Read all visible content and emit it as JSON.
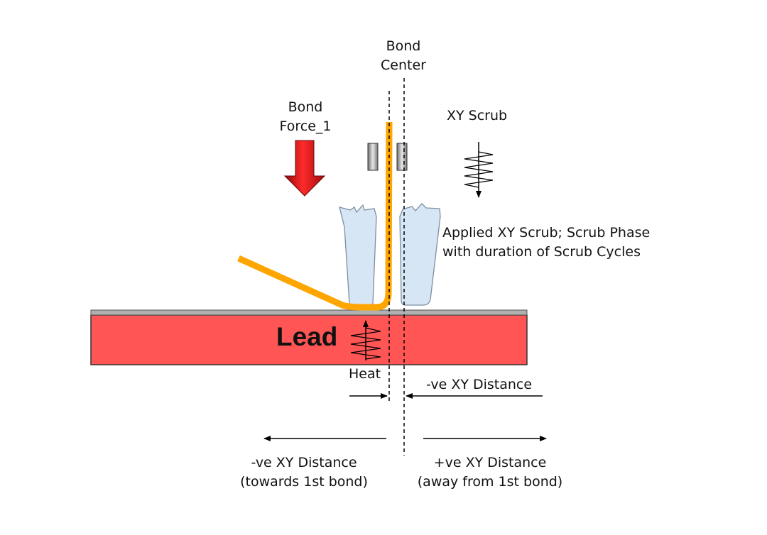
{
  "labels": {
    "bond_center": [
      "Bond",
      "Center"
    ],
    "bond_force": [
      "Bond",
      "Force_1"
    ],
    "xy_scrub": "XY Scrub",
    "applied_scrub": [
      "Applied XY Scrub; Scrub Phase",
      "with duration of Scrub Cycles"
    ],
    "lead": "Lead",
    "heat": "Heat",
    "offset_distance": "-ve XY Distance",
    "neg_distance": [
      "-ve XY Distance",
      "(towards 1st bond)"
    ],
    "pos_distance": [
      "+ve XY Distance",
      "(away from 1st bond)"
    ]
  },
  "colors": {
    "lead": "#ff5555",
    "wire": "#ffa500",
    "force_arrow": "#e8151b",
    "capillary": "#d7e6f5",
    "surface": "#b0b0b0"
  },
  "icons": {
    "force": "down-arrow-icon",
    "scrub": "zigzag-arrow-icon",
    "heat": "zigzag-arrow-icon",
    "clamp": "wire-clamp-icon"
  }
}
